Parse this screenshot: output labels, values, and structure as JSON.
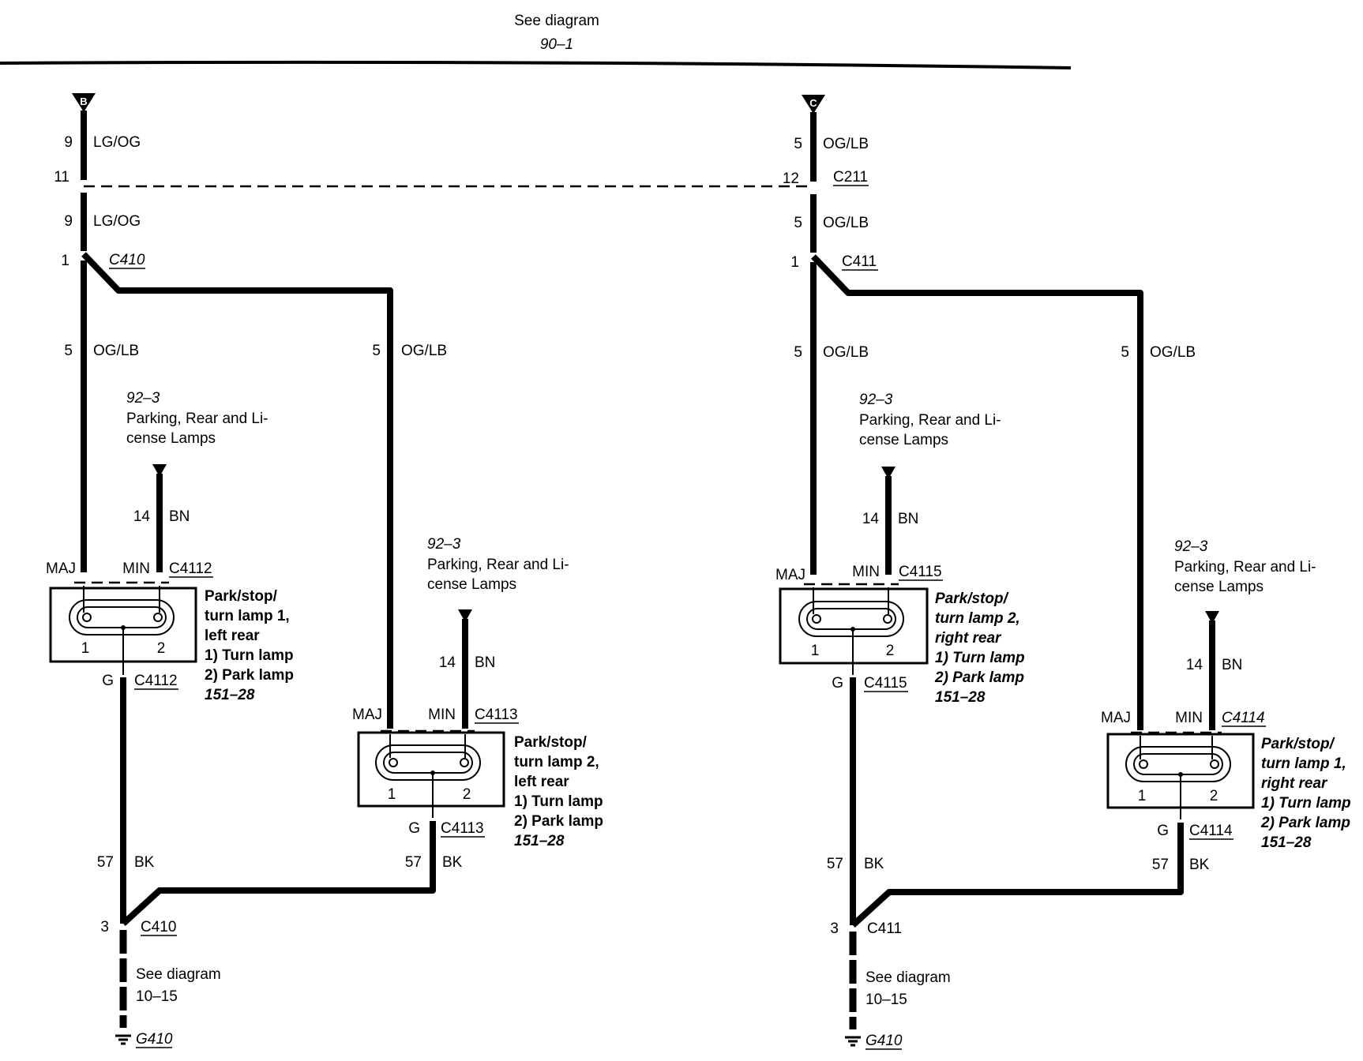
{
  "header": {
    "see_diagram": "See diagram",
    "ref": "90–1"
  },
  "feeds": {
    "left_letter": "B",
    "right_letter": "C"
  },
  "splice": {
    "connector": "C211",
    "left_pin": "11",
    "right_pin": "12"
  },
  "wires": {
    "lgog_gauge": "9",
    "lgog_color": "LG/OG",
    "ogl_gauge": "5",
    "ogl_color": "OG/LB",
    "bn_gauge": "14",
    "bn_color": "BN",
    "bk_gauge": "57",
    "bk_color": "BK"
  },
  "left": {
    "top_connector": "C410",
    "top_pin": "1",
    "bottom_connector": "C410",
    "bottom_pin": "3"
  },
  "right": {
    "top_connector": "C411",
    "top_pin": "1",
    "bottom_connector": "C411",
    "bottom_pin": "3"
  },
  "ref_block": {
    "ref": "92–3",
    "line1": "Parking, Rear and Li-",
    "line2": "cense Lamps"
  },
  "lamp_common": {
    "maj": "MAJ",
    "min": "MIN",
    "g": "G",
    "pin1": "1",
    "pin2": "2",
    "turn": "1)   Turn lamp",
    "park": "2)   Park lamp",
    "ref": "151–28",
    "title_a": "Park/stop/"
  },
  "lamps": [
    {
      "connector": "C4112",
      "title_b": "turn lamp 1,",
      "title_c": "left rear"
    },
    {
      "connector": "C4113",
      "title_b": "turn lamp 2,",
      "title_c": "left rear"
    },
    {
      "connector": "C4115",
      "title_b": "turn lamp 2,",
      "title_c": "right rear"
    },
    {
      "connector": "C4114",
      "title_b": "turn lamp 1,",
      "title_c": "right rear"
    }
  ],
  "ground": {
    "see_diagram": "See diagram",
    "ref": "10–15",
    "label": "G410"
  }
}
